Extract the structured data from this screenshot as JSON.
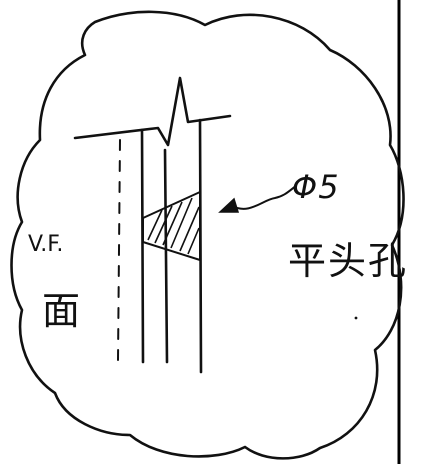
{
  "annotations": {
    "diameter_label": "Φ5",
    "hole_label": "平头孔",
    "surface_label": "V.F.",
    "face_label": "面"
  }
}
